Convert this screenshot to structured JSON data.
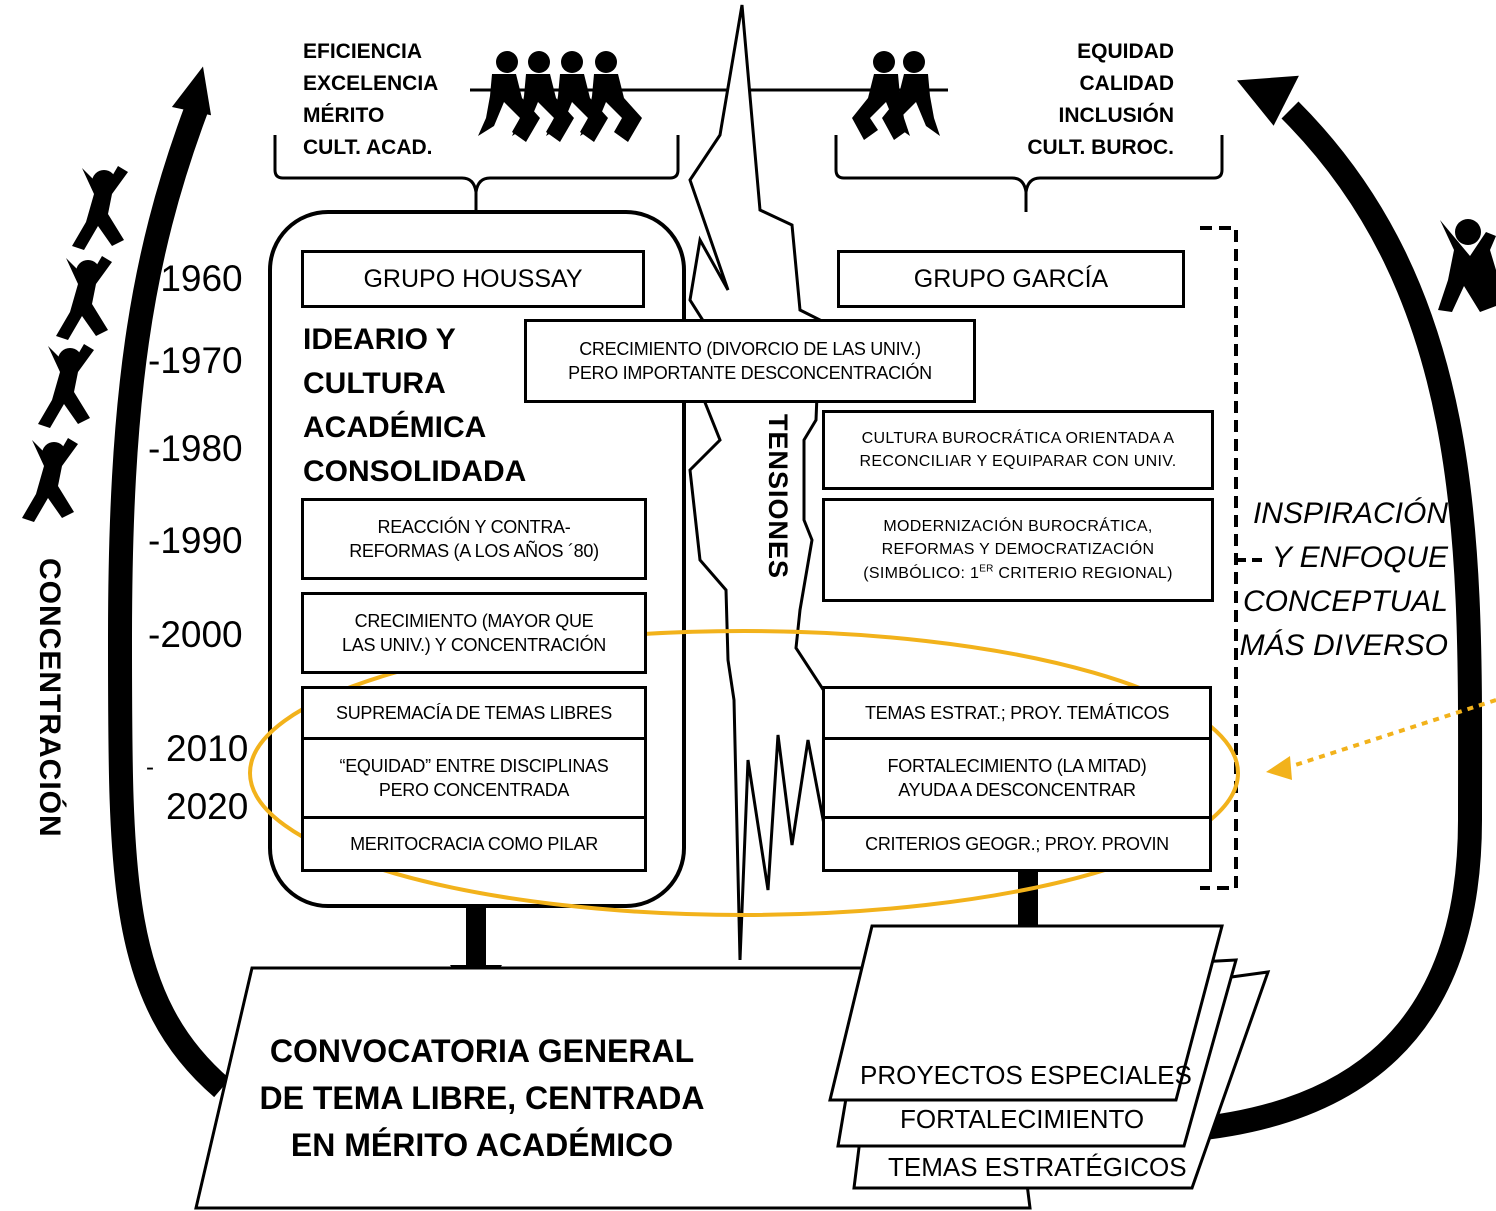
{
  "left_values": [
    "EFICIENCIA",
    "EXCELENCIA",
    "MÉRITO",
    "CULT. ACAD."
  ],
  "right_values": [
    "EQUIDAD",
    "CALIDAD",
    "INCLUSIÓN",
    "CULT. BUROC."
  ],
  "years": [
    "-1960",
    "-1970",
    "-1980",
    "-1990",
    "-2000",
    "2010",
    "-",
    "2020"
  ],
  "left_column": {
    "title": "GRUPO HOUSSAY",
    "ideario": "IDEARIO Y\nCULTURA\nACADÉMICA\nCONSOLIDADA",
    "reaccion": "REACCIÓN Y CONTRA-\nREFORMAS (A LOS AÑOS ´80)",
    "crecimiento": "CRECIMIENTO (MAYOR QUE\nLAS UNIV.) Y CONCENTRACIÓN",
    "supremacia": "SUPREMACÍA DE TEMAS LIBRES",
    "equidad": "“EQUIDAD” ENTRE DISCIPLINAS\nPERO CONCENTRADA",
    "meritocracia": "MERITOCRACIA COMO PILAR"
  },
  "center": {
    "crecimiento_divorcio": "CRECIMIENTO (DIVORCIO DE LAS UNIV.)\nPERO IMPORTANTE DESCONCENTRACIÓN",
    "tensiones": "TENSIONES"
  },
  "right_column": {
    "title": "GRUPO GARCÍA",
    "cultura_burocratica": "CULTURA BUROCRÁTICA ORIENTADA A\nRECONCILIAR Y EQUIPARAR CON UNIV.",
    "modernizacion_l1": "MODERNIZACIÓN BUROCRÁTICA,",
    "modernizacion_l2": "REFORMAS Y DEMOCRATIZACIÓN",
    "modernizacion_l3a": "(SIMBÓLICO: 1",
    "modernizacion_sup": "ER",
    "modernizacion_l3b": " CRITERIO REGIONAL)",
    "temas_estrat": "TEMAS ESTRAT.; PROY. TEMÁTICOS",
    "fortalecimiento": "FORTALECIMIENTO (LA MITAD)\nAYUDA A DESCONCENTRAR",
    "criterios": "CRITERIOS GEOGR.; PROY. PROVIN"
  },
  "inspiracion": "INSPIRACIÓN\nY ENFOQUE\nCONCEPTUAL\nMÁS DIVERSO",
  "concentracion": "CONCENTRACIÓN",
  "convocatoria": "CONVOCATORIA GENERAL\nDE TEMA LIBRE, CENTRADA\nEN MÉRITO ACADÉMICO",
  "stack": [
    "PROYECTOS ESPECIALES",
    "FORTALECIMIENTO",
    "TEMAS ESTRATÉGICOS"
  ],
  "colors": {
    "ellipse": "#f2b21b",
    "ink": "#000000"
  },
  "icons": [
    "tug-of-war-left-icon",
    "tug-of-war-right-icon",
    "jumping-person-icon",
    "lightning-zigzag-icon",
    "curved-arrow-icon",
    "down-arrow-icon",
    "dotted-arrow-icon"
  ]
}
